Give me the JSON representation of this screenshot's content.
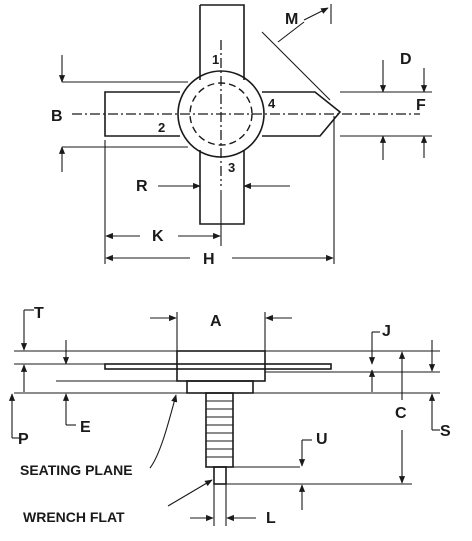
{
  "top_view": {
    "pin_labels": [
      "1",
      "2",
      "3",
      "4"
    ],
    "dim_labels": {
      "B": "B",
      "D": "D",
      "F": "F",
      "H": "H",
      "K": "K",
      "M": "M",
      "R": "R"
    }
  },
  "side_view": {
    "dim_labels": {
      "A": "A",
      "C": "C",
      "E": "E",
      "J": "J",
      "L": "L",
      "P": "P",
      "S": "S",
      "T": "T",
      "U": "U"
    },
    "seating_plane": "SEATING PLANE",
    "wrench_flat": "WRENCH FLAT"
  }
}
